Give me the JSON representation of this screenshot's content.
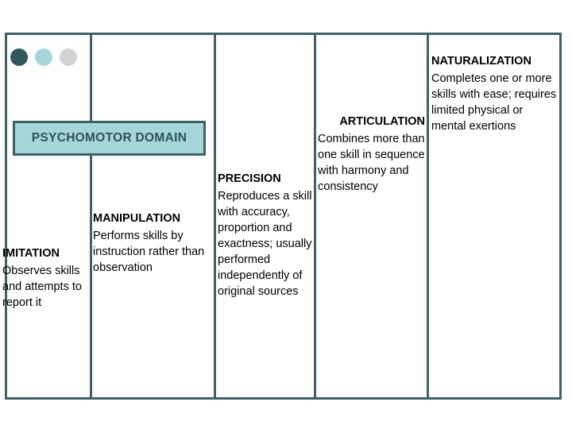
{
  "slide": {
    "title": "Psychomotor Domain progression table",
    "colors": {
      "frame": "#3d6166",
      "box_fill": "#a6d6d9",
      "dot_dark": "#31595c",
      "dot_teal": "#a6d6d9",
      "dot_gray": "#d3d3d3",
      "domain_text": "#2b545a",
      "body_text": "#000000",
      "background": "#ffffff"
    }
  },
  "decor": {
    "dots": [
      {
        "name": "dot-dark-teal",
        "color": "#31595c"
      },
      {
        "name": "dot-light-teal",
        "color": "#a6d6d9"
      },
      {
        "name": "dot-gray",
        "color": "#d3d3d3"
      }
    ]
  },
  "domain": {
    "label": "PSYCHOMOTOR DOMAIN"
  },
  "stages": [
    {
      "id": "imitation",
      "title": "IMITATION",
      "description": "Observes skills and attempts to report it"
    },
    {
      "id": "manipulation",
      "title": "MANIPULATION",
      "description": "Performs skills by instruction rather than observation"
    },
    {
      "id": "precision",
      "title": "PRECISION",
      "description": "Reproduces a skill with accuracy, proportion and exactness; usually performed independently of original sources"
    },
    {
      "id": "articulation",
      "title": "ARTICULATION",
      "description": "Combines more than one skill in sequence with harmony and consistency"
    },
    {
      "id": "naturalization",
      "title": "NATURALIZATION",
      "description": "Completes one or more skills with ease; requires limited physical or mental exertions"
    }
  ]
}
